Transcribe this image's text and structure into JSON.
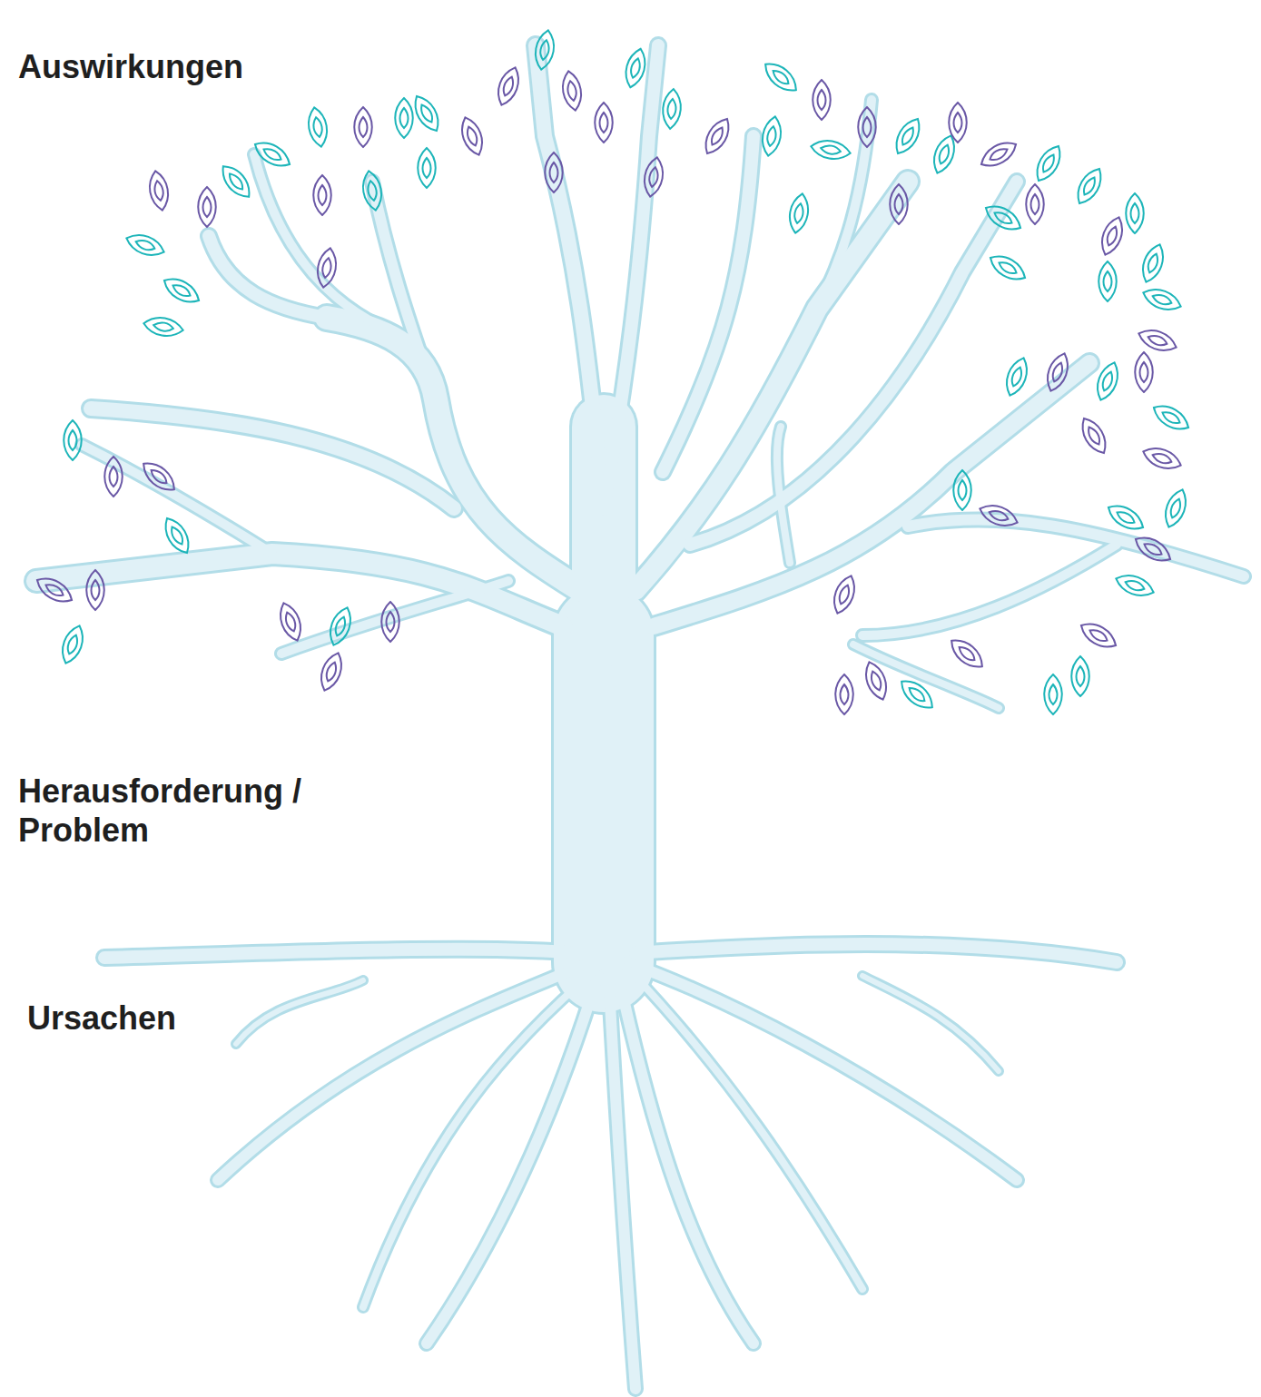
{
  "diagram": {
    "labels": [
      "Auswirkungen",
      "Herausforderung / Problem",
      "Ursachen"
    ]
  }
}
